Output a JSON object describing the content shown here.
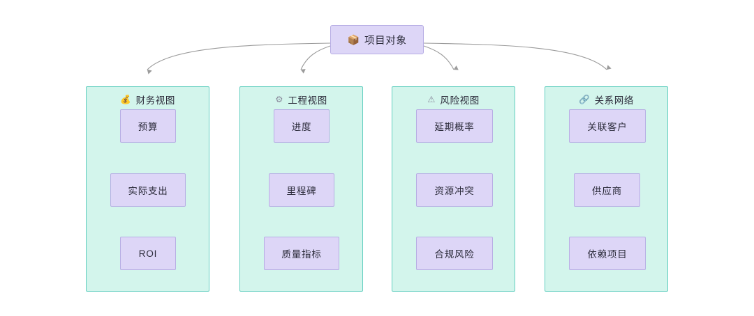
{
  "diagram": {
    "root": {
      "label": "项目对象",
      "icon": "package-box-icon",
      "icon_glyph": "📦"
    },
    "groups": [
      {
        "id": "finance",
        "title": "财务视图",
        "icon": "money-bag-icon",
        "icon_glyph": "💰",
        "nodes": [
          {
            "label": "预算"
          },
          {
            "label": "实际支出"
          },
          {
            "label": "ROI"
          }
        ]
      },
      {
        "id": "engineering",
        "title": "工程视图",
        "icon": "gear-icon",
        "icon_glyph": "⚙",
        "nodes": [
          {
            "label": "进度"
          },
          {
            "label": "里程碑"
          },
          {
            "label": "质量指标"
          }
        ]
      },
      {
        "id": "risk",
        "title": "风险视图",
        "icon": "warning-triangle-icon",
        "icon_glyph": "⚠",
        "nodes": [
          {
            "label": "延期概率"
          },
          {
            "label": "资源冲突"
          },
          {
            "label": "合规风险"
          }
        ]
      },
      {
        "id": "relations",
        "title": "关系网络",
        "icon": "chain-link-icon",
        "icon_glyph": "🔗",
        "nodes": [
          {
            "label": "关联客户"
          },
          {
            "label": "供应商"
          },
          {
            "label": "依赖项目"
          }
        ]
      }
    ],
    "colors": {
      "group_fill": "#d3f5ec",
      "group_border": "#63cfc0",
      "node_fill": "#ddd6f7",
      "node_border": "#b7aee4",
      "edge": "#9b9b9b",
      "text": "#2b2b3a",
      "background": "#ffffff"
    }
  }
}
